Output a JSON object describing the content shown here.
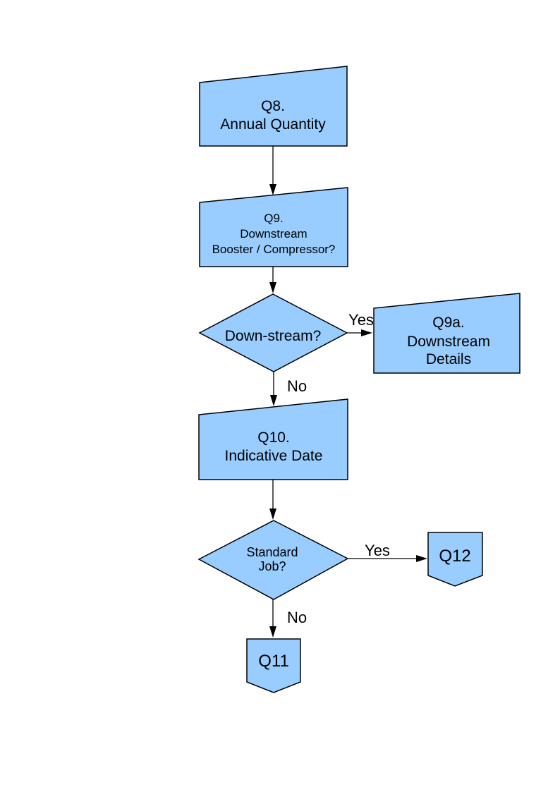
{
  "page": {
    "background_color": "#FFFFFF"
  },
  "style": {
    "shape_fill_color": "#99CCFF",
    "shape_border_color": "#000000",
    "connector_color": "#000000",
    "text_color": "#000000"
  },
  "flowchart": {
    "nodes": {
      "q8": {
        "shape": "slanted-top-box",
        "lines": [
          "Q8.",
          "Annual Quantity"
        ]
      },
      "q9": {
        "shape": "slanted-top-box",
        "lines": [
          "Q9.",
          "Downstream",
          "Booster / Compressor?"
        ]
      },
      "downstream_decision": {
        "shape": "decision-diamond",
        "lines": [
          "Down-stream?"
        ]
      },
      "q9a": {
        "shape": "slanted-top-box",
        "lines": [
          "Q9a.",
          "Downstream",
          "Details"
        ]
      },
      "q10": {
        "shape": "slanted-top-box",
        "lines": [
          "Q10.",
          "Indicative Date"
        ]
      },
      "standard_job_decision": {
        "shape": "decision-diamond",
        "lines": [
          "Standard",
          "Job?"
        ]
      },
      "q12": {
        "shape": "off-page-connector",
        "lines": [
          "Q12"
        ]
      },
      "q11": {
        "shape": "off-page-connector",
        "lines": [
          "Q11"
        ]
      }
    },
    "edge_labels": {
      "downstream_yes": "Yes",
      "downstream_no": "No",
      "standard_job_yes": "Yes",
      "standard_job_no": "No"
    }
  }
}
